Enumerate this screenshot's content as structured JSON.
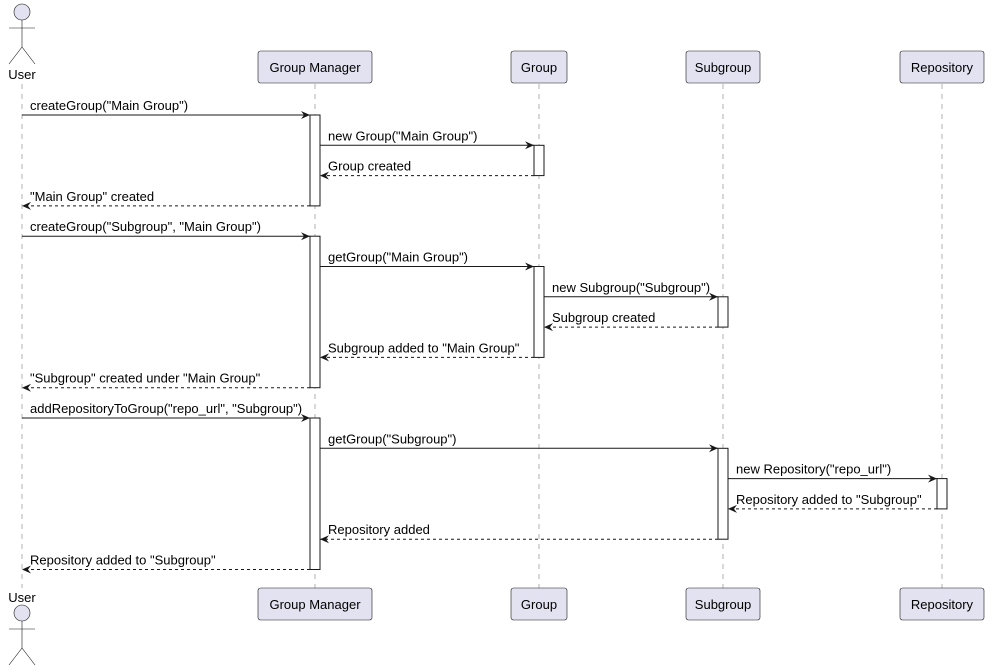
{
  "participants": [
    {
      "id": "user",
      "label": "User",
      "kind": "actor"
    },
    {
      "id": "gm",
      "label": "Group Manager",
      "kind": "participant"
    },
    {
      "id": "group",
      "label": "Group",
      "kind": "participant"
    },
    {
      "id": "subgroup",
      "label": "Subgroup",
      "kind": "participant"
    },
    {
      "id": "repo",
      "label": "Repository",
      "kind": "participant"
    }
  ],
  "messages": [
    {
      "from": "user",
      "to": "gm",
      "label": "createGroup(\"Main Group\")",
      "type": "call"
    },
    {
      "from": "gm",
      "to": "group",
      "label": "new Group(\"Main Group\")",
      "type": "call"
    },
    {
      "from": "group",
      "to": "gm",
      "label": "Group created",
      "type": "return"
    },
    {
      "from": "gm",
      "to": "user",
      "label": "\"Main Group\" created",
      "type": "return"
    },
    {
      "from": "user",
      "to": "gm",
      "label": "createGroup(\"Subgroup\", \"Main Group\")",
      "type": "call"
    },
    {
      "from": "gm",
      "to": "group",
      "label": "getGroup(\"Main Group\")",
      "type": "call"
    },
    {
      "from": "group",
      "to": "subgroup",
      "label": "new Subgroup(\"Subgroup\")",
      "type": "call"
    },
    {
      "from": "subgroup",
      "to": "group",
      "label": "Subgroup created",
      "type": "return"
    },
    {
      "from": "group",
      "to": "gm",
      "label": "Subgroup added to \"Main Group\"",
      "type": "return"
    },
    {
      "from": "gm",
      "to": "user",
      "label": "\"Subgroup\" created under \"Main Group\"",
      "type": "return"
    },
    {
      "from": "user",
      "to": "gm",
      "label": "addRepositoryToGroup(\"repo_url\", \"Subgroup\")",
      "type": "call"
    },
    {
      "from": "gm",
      "to": "subgroup",
      "label": "getGroup(\"Subgroup\")",
      "type": "call"
    },
    {
      "from": "subgroup",
      "to": "repo",
      "label": "new Repository(\"repo_url\")",
      "type": "call"
    },
    {
      "from": "repo",
      "to": "subgroup",
      "label": "Repository added to \"Subgroup\"",
      "type": "return"
    },
    {
      "from": "subgroup",
      "to": "gm",
      "label": "Repository added",
      "type": "return"
    },
    {
      "from": "gm",
      "to": "user",
      "label": "Repository added to \"Subgroup\"",
      "type": "return"
    }
  ],
  "activations": [
    {
      "on": "gm",
      "from_message": 0,
      "to_message": 3
    },
    {
      "on": "group",
      "from_message": 1,
      "to_message": 2
    },
    {
      "on": "gm",
      "from_message": 4,
      "to_message": 9
    },
    {
      "on": "group",
      "from_message": 5,
      "to_message": 8
    },
    {
      "on": "subgroup",
      "from_message": 6,
      "to_message": 7
    },
    {
      "on": "gm",
      "from_message": 10,
      "to_message": 15
    },
    {
      "on": "subgroup",
      "from_message": 11,
      "to_message": 14
    },
    {
      "on": "repo",
      "from_message": 12,
      "to_message": 13
    }
  ],
  "colors": {
    "participant_fill": "#E2E2F0",
    "line": "#181818",
    "activation_fill": "#FFFFFF"
  }
}
